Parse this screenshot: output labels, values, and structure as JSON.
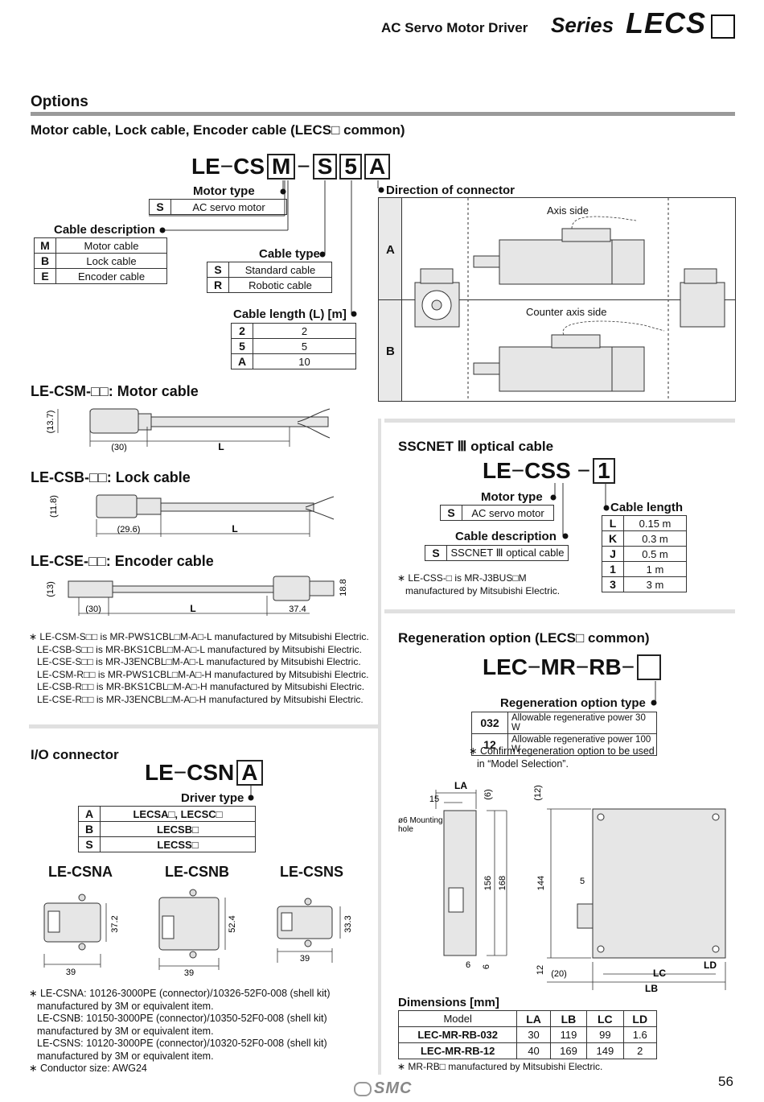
{
  "header": {
    "title_small": "AC Servo Motor Driver",
    "title_series": "Series",
    "title_model": "LECS",
    "title_box": "□"
  },
  "options_title": "Options",
  "motor_cable": {
    "heading": "Motor cable, Lock cable, Encoder cable (LECS□ common)",
    "code_prefix": "LE",
    "code_mid": "CS",
    "code_dash": "−",
    "box1": "M",
    "box2": "S",
    "box3": "5",
    "box4": "A",
    "motor_type_label": "Motor type",
    "motor_type_rows": [
      {
        "k": "S",
        "v": "AC servo motor"
      }
    ],
    "cable_desc_label": "Cable description",
    "cable_desc_rows": [
      {
        "k": "M",
        "v": "Motor cable"
      },
      {
        "k": "B",
        "v": "Lock cable"
      },
      {
        "k": "E",
        "v": "Encoder cable"
      }
    ],
    "cable_type_label": "Cable type",
    "cable_type_rows": [
      {
        "k": "S",
        "v": "Standard cable"
      },
      {
        "k": "R",
        "v": "Robotic cable"
      }
    ],
    "cable_length_label": "Cable length (L) [m]",
    "cable_length_rows": [
      {
        "k": "2",
        "v": "2"
      },
      {
        "k": "5",
        "v": "5"
      },
      {
        "k": "A",
        "v": "10"
      }
    ],
    "direction_label": "Direction of connector",
    "dir_A": "A",
    "dir_B": "B",
    "axis_side": "Axis side",
    "counter_axis_side": "Counter axis side"
  },
  "csm": {
    "title": "LE-CSM-□□: Motor cable",
    "d1": "(13.7)",
    "d2": "(30)",
    "d3": "L"
  },
  "csb": {
    "title": "LE-CSB-□□: Lock cable",
    "d1": "(11.8)",
    "d2": "(29.6)",
    "d3": "L"
  },
  "cse": {
    "title": "LE-CSE-□□: Encoder cable",
    "d1": "(13)",
    "d2": "(30)",
    "d3": "L",
    "d4": "37.4",
    "d5": "18.8"
  },
  "cable_notes": [
    "∗ LE-CSM-S□□ is MR-PWS1CBL□M-A□-L manufactured by Mitsubishi Electric.",
    "LE-CSB-S□□ is MR-BKS1CBL□M-A□-L manufactured by Mitsubishi Electric.",
    "LE-CSE-S□□ is MR-J3ENCBL□M-A□-L manufactured by Mitsubishi Electric.",
    "LE-CSM-R□□ is MR-PWS1CBL□M-A□-H manufactured by Mitsubishi Electric.",
    "LE-CSB-R□□ is MR-BKS1CBL□M-A□-H manufactured by Mitsubishi Electric.",
    "LE-CSE-R□□ is MR-J3ENCBL□M-A□-H manufactured by Mitsubishi Electric."
  ],
  "sscnet": {
    "heading": "SSCNET Ⅲ optical cable",
    "code": "LE",
    "code_mid": "CSS",
    "box": "1",
    "motor_type_label": "Motor type",
    "motor_type_rows": [
      {
        "k": "S",
        "v": "AC servo motor"
      }
    ],
    "cable_desc_label": "Cable description",
    "cable_desc_rows": [
      {
        "k": "S",
        "v": "SSCNET Ⅲ optical cable"
      }
    ],
    "cable_length_label": "Cable length",
    "cable_length_rows": [
      {
        "k": "L",
        "v": "0.15 m"
      },
      {
        "k": "K",
        "v": "0.3 m"
      },
      {
        "k": "J",
        "v": "0.5 m"
      },
      {
        "k": "1",
        "v": "1 m"
      },
      {
        "k": "3",
        "v": "3 m"
      }
    ],
    "note1": "∗ LE-CSS-□ is MR-J3BUS□M",
    "note2": "manufactured by Mitsubishi Electric."
  },
  "regen": {
    "heading": "Regeneration option (LECS□ common)",
    "code": "LEC",
    "code_mid": "MR",
    "code_end": "RB",
    "type_label": "Regeneration option type",
    "rows": [
      {
        "k": "032",
        "v": "Allowable regenerative power 30 W"
      },
      {
        "k": "12",
        "v": "Allowable regenerative power 100 W"
      }
    ],
    "note1": "∗ Confirm regeneration option to be used",
    "note2": "in “Model Selection”.",
    "dim_LA": "LA",
    "dim_15": "15",
    "dim_6a": "(6)",
    "dim_12a": "(12)",
    "dim_hole1": "ø6 Mounting",
    "dim_hole2": "hole",
    "dim_156": "156",
    "dim_168": "168",
    "dim_144": "144",
    "dim_5": "5",
    "dim_6b": "6",
    "dim_6c": "6",
    "dim_12b": "12",
    "dim_20": "(20)",
    "dim_LC": "LC",
    "dim_LD": "LD",
    "dim_LB": "LB",
    "dims_title": "Dimensions [mm]",
    "dims_header": [
      "Model",
      "LA",
      "LB",
      "LC",
      "LD"
    ],
    "dims_rows": [
      [
        "LEC-MR-RB-032",
        "30",
        "119",
        "99",
        "1.6"
      ],
      [
        "LEC-MR-RB-12",
        "40",
        "169",
        "149",
        "2"
      ]
    ],
    "footnote": "∗ MR-RB□ manufactured by Mitsubishi Electric."
  },
  "io": {
    "heading": "I/O connector",
    "code": "LE",
    "code_mid": "CSN",
    "box": "A",
    "driver_type_label": "Driver type",
    "rows": [
      {
        "k": "A",
        "v": "LECSA□, LECSC□"
      },
      {
        "k": "B",
        "v": "LECSB□"
      },
      {
        "k": "S",
        "v": "LECSS□"
      }
    ],
    "csna": "LE-CSNA",
    "csnb": "LE-CSNB",
    "csns": "LE-CSNS",
    "csna_w": "39",
    "csna_h": "37.2",
    "csnb_w": "39",
    "csnb_h": "52.4",
    "csns_w": "39",
    "csns_h": "33.3",
    "notes": [
      "∗ LE-CSNA: 10126-3000PE (connector)/10326-52F0-008 (shell kit)",
      "manufactured by 3M or equivalent item.",
      "LE-CSNB: 10150-3000PE (connector)/10350-52F0-008 (shell kit)",
      "manufactured by 3M or equivalent item.",
      "LE-CSNS: 10120-3000PE (connector)/10320-52F0-008 (shell kit)",
      "manufactured by 3M or equivalent item.",
      "∗ Conductor size: AWG24"
    ]
  },
  "page_number": "56",
  "logo": "SMC"
}
